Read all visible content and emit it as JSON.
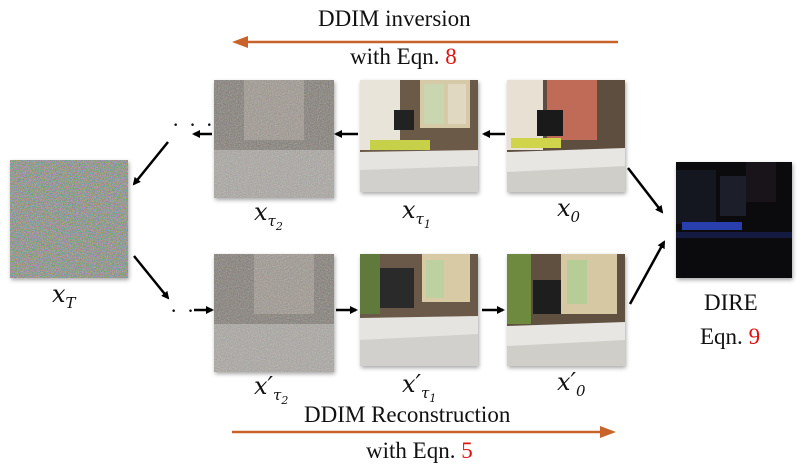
{
  "top_caption": {
    "line1": "DDIM inversion",
    "line2_prefix": "with Eqn. ",
    "line2_ref": "8"
  },
  "bottom_caption": {
    "line1": "DDIM Reconstruction",
    "line2_prefix": "with Eqn. ",
    "line2_ref": "5"
  },
  "dire": {
    "title": "DIRE",
    "eqn_prefix": "Eqn. ",
    "eqn_ref": "9"
  },
  "labels": {
    "x0": {
      "base": "x",
      "sub": "0"
    },
    "x_tau1": {
      "base": "x",
      "sub": "τ",
      "subsub": "1"
    },
    "x_tau2": {
      "base": "x",
      "sub": "τ",
      "subsub": "2"
    },
    "xT": {
      "base": "x",
      "sub": "T"
    },
    "x0_prime": {
      "base": "x",
      "prime": "′",
      "sub": "0"
    },
    "x_tau1_prime": {
      "base": "x",
      "prime": "′",
      "sub": "τ",
      "subsub": "1"
    },
    "x_tau2_prime": {
      "base": "x",
      "prime": "′",
      "sub": "τ",
      "subsub": "2"
    }
  },
  "ellipsis_top": "· · ·",
  "ellipsis_bottom": "· · ·",
  "colors": {
    "arrow_orange": "#c8642a",
    "eqn_red": "#e01010",
    "arrow_black": "#000000"
  }
}
